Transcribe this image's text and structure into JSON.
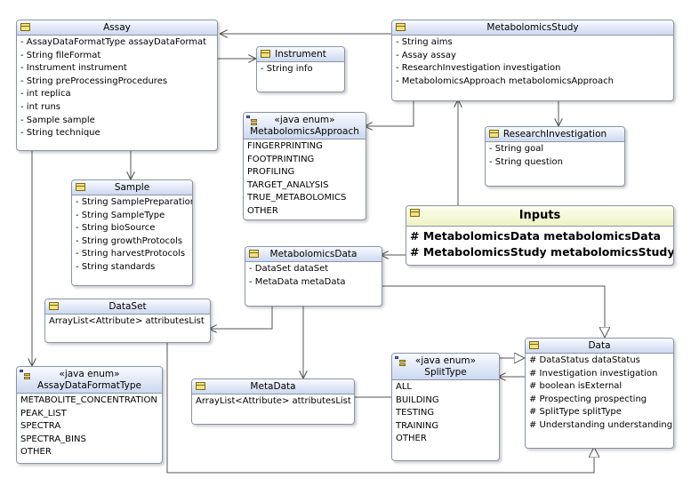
{
  "classes": {
    "assay": {
      "name": "Assay",
      "attrs": [
        "- AssayDataFormatType assayDataFormat",
        "- String fileFormat",
        "- Instrument instrument",
        "- String preProcessingProcedures",
        "- int replica",
        "- int runs",
        "- Sample sample",
        "- String technique"
      ]
    },
    "instrument": {
      "name": "Instrument",
      "attrs": [
        "- String info"
      ]
    },
    "metabolomics_study": {
      "name": "MetabolomicsStudy",
      "attrs": [
        "- String aims",
        "- Assay assay",
        "- ResearchInvestigation investigation",
        "- MetabolomicsApproach metabolomicsApproach"
      ]
    },
    "metabolomics_approach": {
      "stereotype": "«java enum»",
      "name": "MetabolomicsApproach",
      "attrs": [
        "FINGERPRINTING",
        "FOOTPRINTING",
        "PROFILING",
        "TARGET_ANALYSIS",
        "TRUE_METABOLOMICS",
        "OTHER"
      ]
    },
    "research_investigation": {
      "name": "ResearchInvestigation",
      "attrs": [
        "- String goal",
        "- String question"
      ]
    },
    "sample": {
      "name": "Sample",
      "attrs": [
        "- String SamplePreparation",
        "- String SampleType",
        "- String bioSource",
        "- String growthProtocols",
        "- String harvestProtocols",
        "- String standards"
      ]
    },
    "inputs": {
      "name": "Inputs",
      "attrs": [
        "# MetabolomicsData metabolomicsData",
        "# MetabolomicsStudy metabolomicsStudy"
      ]
    },
    "metabolomics_data": {
      "name": "MetabolomicsData",
      "attrs": [
        "- DataSet dataSet",
        "- MetaData metaData"
      ]
    },
    "dataset": {
      "name": "DataSet",
      "attrs": [
        "ArrayList<Attribute> attributesList"
      ]
    },
    "metadata": {
      "name": "MetaData",
      "attrs": [
        "ArrayList<Attribute> attributesList"
      ]
    },
    "split_type": {
      "stereotype": "«java enum»",
      "name": "SplitType",
      "attrs": [
        "ALL",
        "BUILDING",
        "TESTING",
        "TRAINING",
        "OTHER"
      ]
    },
    "data": {
      "name": "Data",
      "attrs": [
        "# DataStatus dataStatus",
        "# Investigation investigation",
        "# boolean isExternal",
        "# Prospecting prospecting",
        "# SplitType splitType",
        "# Understanding understanding"
      ]
    },
    "assay_format_type": {
      "stereotype": "«java enum»",
      "name": "AssayDataFormatType",
      "attrs": [
        "METABOLITE_CONCENTRATION",
        "PEAK_LIST",
        "SPECTRA",
        "SPECTRA_BINS",
        "OTHER"
      ]
    }
  },
  "colors": {
    "header": "#cdd9f0",
    "border": "#8a94a8",
    "line": "#555555",
    "inputs_header": "#eef3c2"
  }
}
